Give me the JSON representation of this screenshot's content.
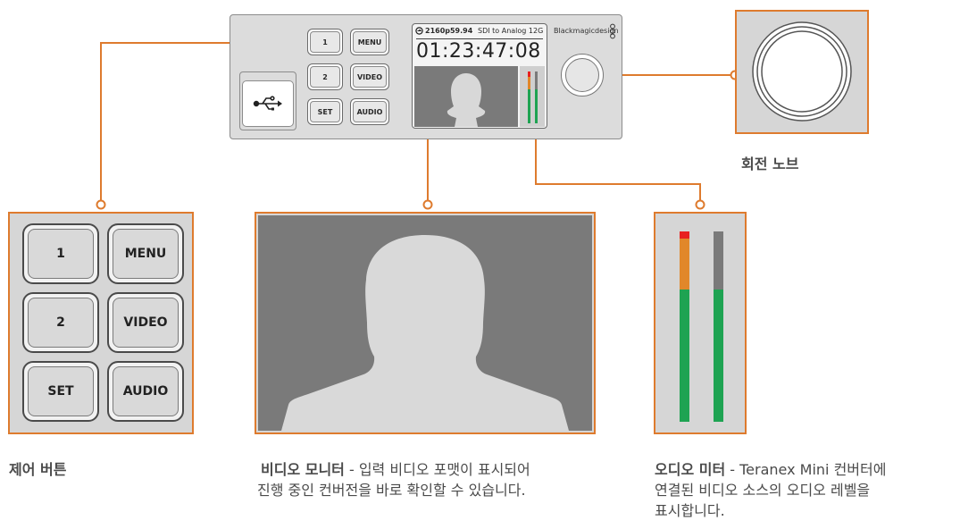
{
  "device": {
    "brand": "Blackmagicdesign",
    "buttons": [
      "1",
      "MENU",
      "2",
      "VIDEO",
      "SET",
      "AUDIO"
    ],
    "lcd": {
      "format": "2160p59.94",
      "signal": "SDI to Analog 12G",
      "timecode": "01:23:47:08"
    }
  },
  "callouts": {
    "control_buttons": {
      "title": "제어 버튼",
      "buttons": [
        "1",
        "MENU",
        "2",
        "VIDEO",
        "SET",
        "AUDIO"
      ]
    },
    "video_monitor": {
      "title": "비디오 모니터",
      "desc_line1": " - 입력 비디오 포맷이 표시되어",
      "desc_line2": "진행 중인 컨버전을 바로 확인할 수 있습니다."
    },
    "audio_meter": {
      "title": "오디오 미터",
      "desc_line1": " - Teranex Mini 컨버터에",
      "desc_line2": "연결된 비디오 소스의 오디오 레벨을",
      "desc_line3": "표시합니다."
    },
    "knob": {
      "title": "회전 노브"
    }
  },
  "colors": {
    "accent": "#de7b2e",
    "meter_green": "#1ea352",
    "meter_orange": "#e1872a",
    "meter_red": "#e82020",
    "meter_gray": "#7a7a7a"
  }
}
